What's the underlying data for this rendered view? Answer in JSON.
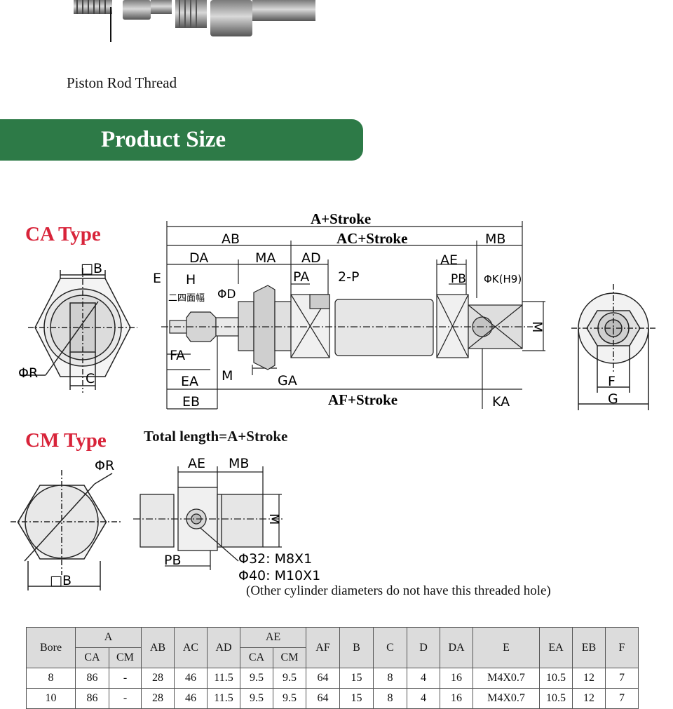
{
  "photo_caption": "Piston Rod Thread",
  "section_title": "Product Size",
  "ca": {
    "title": "CA Type",
    "dims": {
      "a_stroke": "A+Stroke",
      "ac_stroke": "AC+Stroke",
      "af_stroke": "AF+Stroke",
      "ab": "AB",
      "mb": "MB",
      "da": "DA",
      "ma": "MA",
      "ad": "AD",
      "ae": "AE",
      "e": "E",
      "h": "H",
      "h_note": "二四面幅",
      "phid": "ΦD",
      "pa": "PA",
      "two_p": "2-P",
      "pb": "PB",
      "phik": "ΦK(H9)",
      "m": "M",
      "fa": "FA",
      "ea": "EA",
      "eb": "EB",
      "m2": "M",
      "ga": "GA",
      "ka": "KA",
      "b": "□B",
      "c": "C",
      "r": "ΦR",
      "f": "F",
      "g": "G"
    }
  },
  "cm": {
    "title": "CM Type",
    "total_length": "Total length=A+Stroke",
    "dims": {
      "r": "ΦR",
      "b": "□B",
      "ae": "AE",
      "mb": "MB",
      "m": "M",
      "pb": "PB",
      "note1": "Φ32: M8X1",
      "note2": "Φ40: M10X1"
    },
    "footnote": "(Other cylinder diameters do not have this threaded hole)"
  },
  "table": {
    "headers": {
      "bore": "Bore",
      "a": "A",
      "ab": "AB",
      "ac": "AC",
      "ad": "AD",
      "ae": "AE",
      "af": "AF",
      "b": "B",
      "c": "C",
      "d": "D",
      "da": "DA",
      "e": "E",
      "ea": "EA",
      "eb": "EB",
      "f": "F",
      "ca": "CA",
      "cm": "CM"
    },
    "rows": [
      [
        "8",
        "86",
        "-",
        "28",
        "46",
        "11.5",
        "9.5",
        "9.5",
        "64",
        "15",
        "8",
        "4",
        "16",
        "M4X0.7",
        "10.5",
        "12",
        "7"
      ],
      [
        "10",
        "86",
        "-",
        "28",
        "46",
        "11.5",
        "9.5",
        "9.5",
        "64",
        "15",
        "8",
        "4",
        "16",
        "M4X0.7",
        "10.5",
        "12",
        "7"
      ]
    ]
  }
}
